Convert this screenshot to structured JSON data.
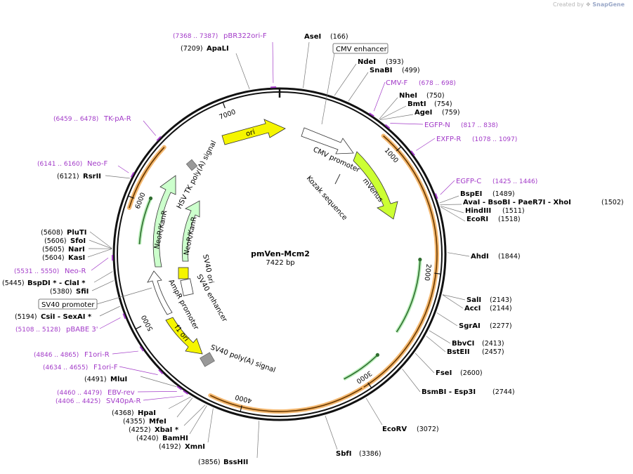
{
  "credit": {
    "prefix": "Created by",
    "brand": "SnapGene"
  },
  "plasmid": {
    "name": "pmVen-Mcm2",
    "size": "7422 bp",
    "length": 7422
  },
  "ticks": [
    {
      "pos": 1000,
      "label": "1000"
    },
    {
      "pos": 2000,
      "label": "2000"
    },
    {
      "pos": 3000,
      "label": "3000"
    },
    {
      "pos": 4000,
      "label": "4000"
    },
    {
      "pos": 5000,
      "label": "5000"
    },
    {
      "pos": 6000,
      "label": "6000"
    },
    {
      "pos": 7000,
      "label": "7000"
    }
  ],
  "sites": [
    {
      "name": "AseI",
      "pos": "(166)",
      "bp": 166
    },
    {
      "name": "NdeI",
      "pos": "(393)",
      "bp": 393
    },
    {
      "name": "SnaBI",
      "pos": "(499)",
      "bp": 499
    },
    {
      "name": "NheI",
      "pos": "(750)",
      "bp": 750
    },
    {
      "name": "BmtI",
      "pos": "(754)",
      "bp": 754
    },
    {
      "name": "AgeI",
      "pos": "(759)",
      "bp": 759
    },
    {
      "name": "BspEI",
      "pos": "(1489)",
      "bp": 1489
    },
    {
      "name": "AvaI - BsoBI - PaeR7I - XhoI",
      "pos": "(1502)",
      "bp": 1502
    },
    {
      "name": "HindIII",
      "pos": "(1511)",
      "bp": 1511
    },
    {
      "name": "EcoRI",
      "pos": "(1518)",
      "bp": 1518
    },
    {
      "name": "AhdI",
      "pos": "(1844)",
      "bp": 1844
    },
    {
      "name": "SalI",
      "pos": "(2143)",
      "bp": 2143
    },
    {
      "name": "AccI",
      "pos": "(2144)",
      "bp": 2144
    },
    {
      "name": "SgrAI",
      "pos": "(2277)",
      "bp": 2277
    },
    {
      "name": "BbvCI",
      "pos": "(2413)",
      "bp": 2413
    },
    {
      "name": "BstEII",
      "pos": "(2457)",
      "bp": 2457
    },
    {
      "name": "FseI",
      "pos": "(2600)",
      "bp": 2600
    },
    {
      "name": "BsmBI - Esp3I",
      "pos": "(2744)",
      "bp": 2744
    },
    {
      "name": "EcoRV",
      "pos": "(3072)",
      "bp": 3072
    },
    {
      "name": "SbfI",
      "pos": "(3386)",
      "bp": 3386
    },
    {
      "name": "BssHII",
      "pos": "(3856)",
      "bp": 3856
    },
    {
      "name": "XmnI",
      "pos": "(4192)",
      "bp": 4192
    },
    {
      "name": "BamHI",
      "pos": "(4240)",
      "bp": 4240
    },
    {
      "name": "XbaI *",
      "pos": "(4252)",
      "bp": 4252
    },
    {
      "name": "MfeI",
      "pos": "(4355)",
      "bp": 4355
    },
    {
      "name": "HpaI",
      "pos": "(4368)",
      "bp": 4368
    },
    {
      "name": "MluI",
      "pos": "(4491)",
      "bp": 4491
    },
    {
      "name": "CsiI - SexAI *",
      "pos": "(5194)",
      "bp": 5194
    },
    {
      "name": "SfiI",
      "pos": "(5380)",
      "bp": 5380
    },
    {
      "name": "BspDI * - ClaI *",
      "pos": "(5445)",
      "bp": 5445
    },
    {
      "name": "KasI",
      "pos": "(5604)",
      "bp": 5604
    },
    {
      "name": "NarI",
      "pos": "(5605)",
      "bp": 5605
    },
    {
      "name": "SfoI",
      "pos": "(5606)",
      "bp": 5606
    },
    {
      "name": "PluTI",
      "pos": "(5608)",
      "bp": 5608
    },
    {
      "name": "RsrII",
      "pos": "(6121)",
      "bp": 6121
    },
    {
      "name": "ApaLI",
      "pos": "(7209)",
      "bp": 7209
    }
  ],
  "primers": [
    {
      "name": "pBR322ori-F",
      "range": "(7368 .. 7387)",
      "bp": 7378
    },
    {
      "name": "CMV-F",
      "range": "(678 .. 698)",
      "bp": 688
    },
    {
      "name": "EGFP-N",
      "range": "(817 .. 838)",
      "bp": 828
    },
    {
      "name": "EXFP-R",
      "range": "(1078 .. 1097)",
      "bp": 1088
    },
    {
      "name": "EGFP-C",
      "range": "(1425 .. 1446)",
      "bp": 1436
    },
    {
      "name": "TK-pA-R",
      "range": "(6459 .. 6478)",
      "bp": 6469
    },
    {
      "name": "Neo-F",
      "range": "(6141 .. 6160)",
      "bp": 6151
    },
    {
      "name": "Neo-R",
      "range": "(5531 .. 5550)",
      "bp": 5541
    },
    {
      "name": "pBABE 3'",
      "range": "(5108 .. 5128)",
      "bp": 5118
    },
    {
      "name": "F1ori-R",
      "range": "(4846 .. 4865)",
      "bp": 4856
    },
    {
      "name": "F1ori-F",
      "range": "(4634 .. 4655)",
      "bp": 4645
    },
    {
      "name": "EBV-rev",
      "range": "(4460 .. 4479)",
      "bp": 4470
    },
    {
      "name": "SV40pA-R",
      "range": "(4406 .. 4425)",
      "bp": 4416
    }
  ],
  "boxed_features": [
    {
      "name": "CMV enhancer",
      "bp": 200
    },
    {
      "name": "SV40 promoter",
      "bp": 5230
    }
  ],
  "features": {
    "ori": "ori",
    "cmv_promoter": "CMV promoter",
    "mvenus": "mVenus",
    "kozak": "Kozak sequence",
    "hsv_tk": "HSV TK poly(A) signal",
    "neor_outer": "NeoR/KanR",
    "neor_inner": "NeoR/KanR",
    "sv40_ori": "SV40 ori",
    "sv40_enhancer": "SV40 enhancer",
    "ampr_promoter": "AmpR promoter",
    "f1_ori": "f1 ori",
    "sv40_polya": "SV40 poly(A) signal"
  },
  "colors": {
    "backbone": "#111111",
    "primer": "#a23ac8",
    "orange": "#f3b060",
    "green_arrow": "#2f8a2f",
    "yellow": "#f5f500",
    "neo": "#ccffcc",
    "mvenus": "#ccff33",
    "grey": "#a0a0a0"
  }
}
